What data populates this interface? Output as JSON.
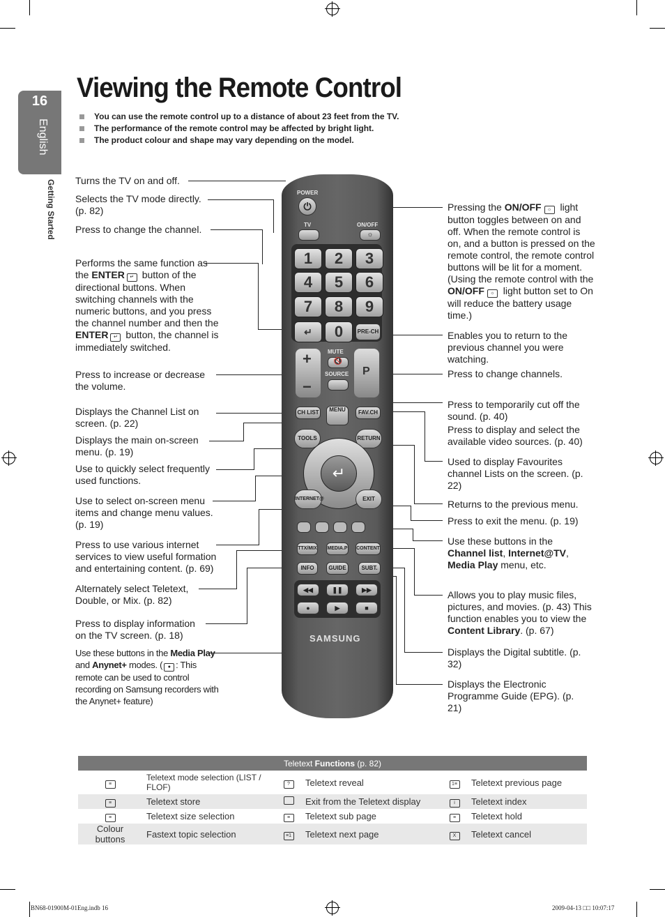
{
  "page": {
    "number": "16",
    "language": "English",
    "section": "Getting Started",
    "title": "Viewing the Remote Control"
  },
  "notes": [
    "You can use the remote control up to a distance of about 23 feet from the TV.",
    "The performance of the remote control may be affected by bright light.",
    "The product colour and shape may vary depending on the model."
  ],
  "callouts_left": {
    "power": "Turns the TV on and off.",
    "tv_mode": "Selects the TV mode directly. (p. 82)",
    "channel": "Press to change the channel.",
    "enter_1": "Performs the same function as the ",
    "enter_2": "ENTER",
    "enter_3": " button of the directional buttons. When switching channels with the numeric buttons, and you press the channel number and then the ",
    "enter_4": "ENTER",
    "enter_5": " button, the channel is immediately switched.",
    "volume": "Press to increase or decrease the volume.",
    "ch_list": "Displays the Channel List on screen. (p. 22)",
    "menu": "Displays the main on-screen menu. (p. 19)",
    "tools": "Use to quickly select frequently used functions.",
    "navigate": "Use to select on-screen menu items and change menu values. (p. 19)",
    "internet": "Press to use various internet services to view useful formation and entertaining content. (p. 69)",
    "ttx": "Alternately select Teletext, Double, or Mix. (p. 82)",
    "info": "Press to display information on the TV screen. (p. 18)",
    "media_1": "Use these buttons in the ",
    "media_2": "Media Play",
    "media_3": " and ",
    "media_4": "Anynet+",
    "media_5": " modes. (",
    "media_6": ": This remote can be used to control recording on Samsung recorders with the Anynet+ feature)"
  },
  "callouts_right": {
    "onoff_1": "Pressing the ",
    "onoff_2": "ON/OFF",
    "onoff_3": " light button toggles between on and off. When the remote control is on, and a button is pressed on the remote control, the remote control buttons will be lit for a moment. (Using the remote control with the ",
    "onoff_4": "ON/OFF",
    "onoff_5": " light button set to On will reduce the battery usage time.)",
    "prech": "Enables you to return to the previous channel you were watching.",
    "ch": "Press to change channels.",
    "mute": "Press to temporarily cut off the sound. (p. 40)",
    "source": "Press to display and select the available video sources. (p. 40)",
    "favch": "Used to display Favourites channel Lists on the screen. (p. 22)",
    "return": "Returns to the previous menu.",
    "exit": "Press to exit the menu. (p. 19)",
    "color_1": "Use these buttons in the ",
    "color_2": "Channel list",
    "color_3": ", ",
    "color_4": "Internet@TV",
    "color_5": ", ",
    "color_6": "Media Play",
    "color_7": " menu, etc.",
    "content_1": "Allows you to play music files, pictures, and movies. (p. 43) This function enables you to view the ",
    "content_2": "Content Library",
    "content_3": ". (p. 67)",
    "subt": "Displays the Digital subtitle. (p. 32)",
    "guide": "Displays the Electronic Programme Guide (EPG). (p. 21)"
  },
  "remote": {
    "power": "POWER",
    "tv": "TV",
    "onoff": "ON/OFF",
    "digits": [
      "1",
      "2",
      "3",
      "4",
      "5",
      "6",
      "7",
      "8",
      "9",
      "0"
    ],
    "prech": "PRE-CH",
    "mute": "MUTE",
    "source": "SOURCE",
    "p": "P",
    "chlist": "CH LIST",
    "menu": "MENU",
    "favch": "FAV.CH",
    "tools": "TOOLS",
    "return": "RETURN",
    "internet": "INTERNET@",
    "exit": "EXIT",
    "ttx": "TTX/MIX",
    "media": "MEDIA.P",
    "content": "CONTENT",
    "info": "INFO",
    "guide": "GUIDE",
    "subt": "SUBT.",
    "brand": "SAMSUNG"
  },
  "teletext": {
    "header_1": "Teletext ",
    "header_2": "Functions",
    "header_3": " (p. 82)",
    "rows": [
      {
        "c1": "",
        "c2": "Teletext mode selection (LIST / FLOF)",
        "c4": "Teletext reveal",
        "c6": "Teletext previous page"
      },
      {
        "c1": "",
        "c2": "Teletext store",
        "c4": "Exit from the Teletext display",
        "c6": "Teletext index"
      },
      {
        "c1": "",
        "c2": "Teletext size selection",
        "c4": "Teletext sub page",
        "c6": "Teletext hold"
      },
      {
        "c1": "Colour buttons",
        "c2": "Fastext topic selection",
        "c4": "Teletext next page",
        "c6": "Teletext cancel"
      }
    ]
  },
  "footer": {
    "left": "BN68-01900M-01Eng.indb   16",
    "right": "2009-04-13   □□ 10:07:17"
  }
}
